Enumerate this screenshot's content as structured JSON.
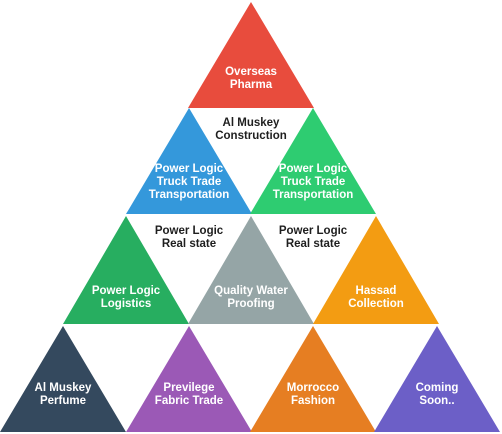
{
  "tiles": [
    {
      "id": "overseas-pharma",
      "lines": [
        "Overseas",
        "Pharma"
      ],
      "color": "#e84c3d",
      "text": "light"
    },
    {
      "id": "power-logic-truck-trade-1",
      "lines": [
        "Power Logic",
        "Truck Trade",
        "Transportation"
      ],
      "color": "#3498db",
      "text": "light"
    },
    {
      "id": "power-logic-truck-trade-2",
      "lines": [
        "Power Logic",
        "Truck Trade",
        "Transportation"
      ],
      "color": "#2ecc71",
      "text": "light"
    },
    {
      "id": "power-logic-logistics",
      "lines": [
        "Power Logic",
        "Logistics"
      ],
      "color": "#27ae60",
      "text": "light"
    },
    {
      "id": "quality-water-proofing",
      "lines": [
        "Quality Water",
        "Proofing"
      ],
      "color": "#95a5a6",
      "text": "light"
    },
    {
      "id": "hassad-collection",
      "lines": [
        "Hassad",
        "Collection"
      ],
      "color": "#f39c12",
      "text": "light"
    },
    {
      "id": "al-muskey-perfume",
      "lines": [
        "Al Muskey",
        "Perfume"
      ],
      "color": "#34495e",
      "text": "light"
    },
    {
      "id": "previlege-fabric-trade",
      "lines": [
        "Previlege",
        "Fabric Trade"
      ],
      "color": "#9b59b6",
      "text": "light"
    },
    {
      "id": "morrocco-fashion",
      "lines": [
        "Morrocco",
        "Fashion"
      ],
      "color": "#e67e22",
      "text": "light"
    },
    {
      "id": "coming-soon",
      "lines": [
        "Coming",
        "Soon.."
      ],
      "color": "#6c5fc7",
      "text": "light"
    }
  ],
  "gaps": [
    {
      "id": "al-muskey-construction",
      "lines": [
        "Al Muskey",
        "Construction"
      ]
    },
    {
      "id": "power-logic-real-state-1",
      "lines": [
        "Power Logic",
        "Real state"
      ]
    },
    {
      "id": "power-logic-real-state-2",
      "lines": [
        "Power Logic",
        "Real state"
      ]
    }
  ]
}
